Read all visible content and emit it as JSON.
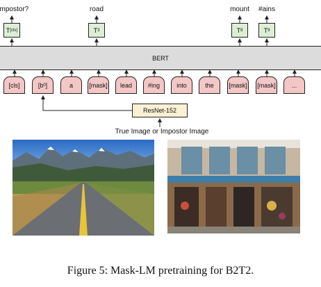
{
  "outputs": [
    {
      "label": "Impostor?",
      "token": "T",
      "sub": "[cls]"
    },
    {
      "label": "road",
      "token": "T",
      "sub": "3"
    },
    {
      "label": "mount",
      "token": "T",
      "sub": "8"
    },
    {
      "label": "#ains",
      "token": "T",
      "sub": "9"
    }
  ],
  "model": "BERT",
  "tokens": [
    "[cls]",
    "[b",
    "a",
    "[mask]",
    "lead",
    "#ing",
    "into",
    "the",
    "[mask]",
    "[mask]",
    "..."
  ],
  "token_b_sub": "0",
  "token_b_close": "]",
  "encoder": "ResNet-152",
  "image_caption": "True Image or Impostor Image",
  "figure_caption": "Figure 5: Mask-LM pretraining for B2T2.",
  "colors": {
    "output_box": "#dcefd6",
    "bert": "#dcdcdc",
    "token": "#f4c7c7",
    "encoder": "#faf1d4"
  }
}
